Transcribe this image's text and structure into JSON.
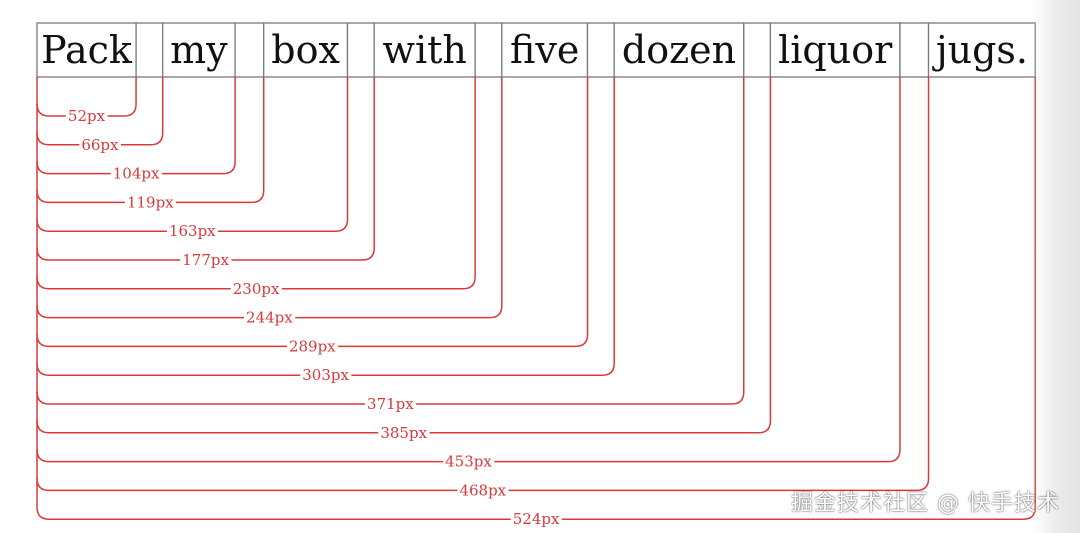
{
  "colors": {
    "measure": "#d83a3a",
    "box_border": "#7a7a7a",
    "text": "#111111"
  },
  "tokens": [
    {
      "type": "word",
      "text": "Pack"
    },
    {
      "type": "space",
      "text": ""
    },
    {
      "type": "word",
      "text": "my"
    },
    {
      "type": "space",
      "text": ""
    },
    {
      "type": "word",
      "text": "box"
    },
    {
      "type": "space",
      "text": ""
    },
    {
      "type": "word",
      "text": "with"
    },
    {
      "type": "space",
      "text": ""
    },
    {
      "type": "word",
      "text": "five"
    },
    {
      "type": "space",
      "text": ""
    },
    {
      "type": "word",
      "text": "dozen"
    },
    {
      "type": "space",
      "text": ""
    },
    {
      "type": "word",
      "text": "liquor"
    },
    {
      "type": "space",
      "text": ""
    },
    {
      "type": "word",
      "text": "jugs."
    }
  ],
  "measurements": [
    {
      "value": 52,
      "label": "52px"
    },
    {
      "value": 66,
      "label": "66px"
    },
    {
      "value": 104,
      "label": "104px"
    },
    {
      "value": 119,
      "label": "119px"
    },
    {
      "value": 163,
      "label": "163px"
    },
    {
      "value": 177,
      "label": "177px"
    },
    {
      "value": 230,
      "label": "230px"
    },
    {
      "value": 244,
      "label": "244px"
    },
    {
      "value": 289,
      "label": "289px"
    },
    {
      "value": 303,
      "label": "303px"
    },
    {
      "value": 371,
      "label": "371px"
    },
    {
      "value": 385,
      "label": "385px"
    },
    {
      "value": 453,
      "label": "453px"
    },
    {
      "value": 468,
      "label": "468px"
    },
    {
      "value": 524,
      "label": "524px"
    }
  ],
  "watermark": "掘金技术社区 @ 快手技术"
}
